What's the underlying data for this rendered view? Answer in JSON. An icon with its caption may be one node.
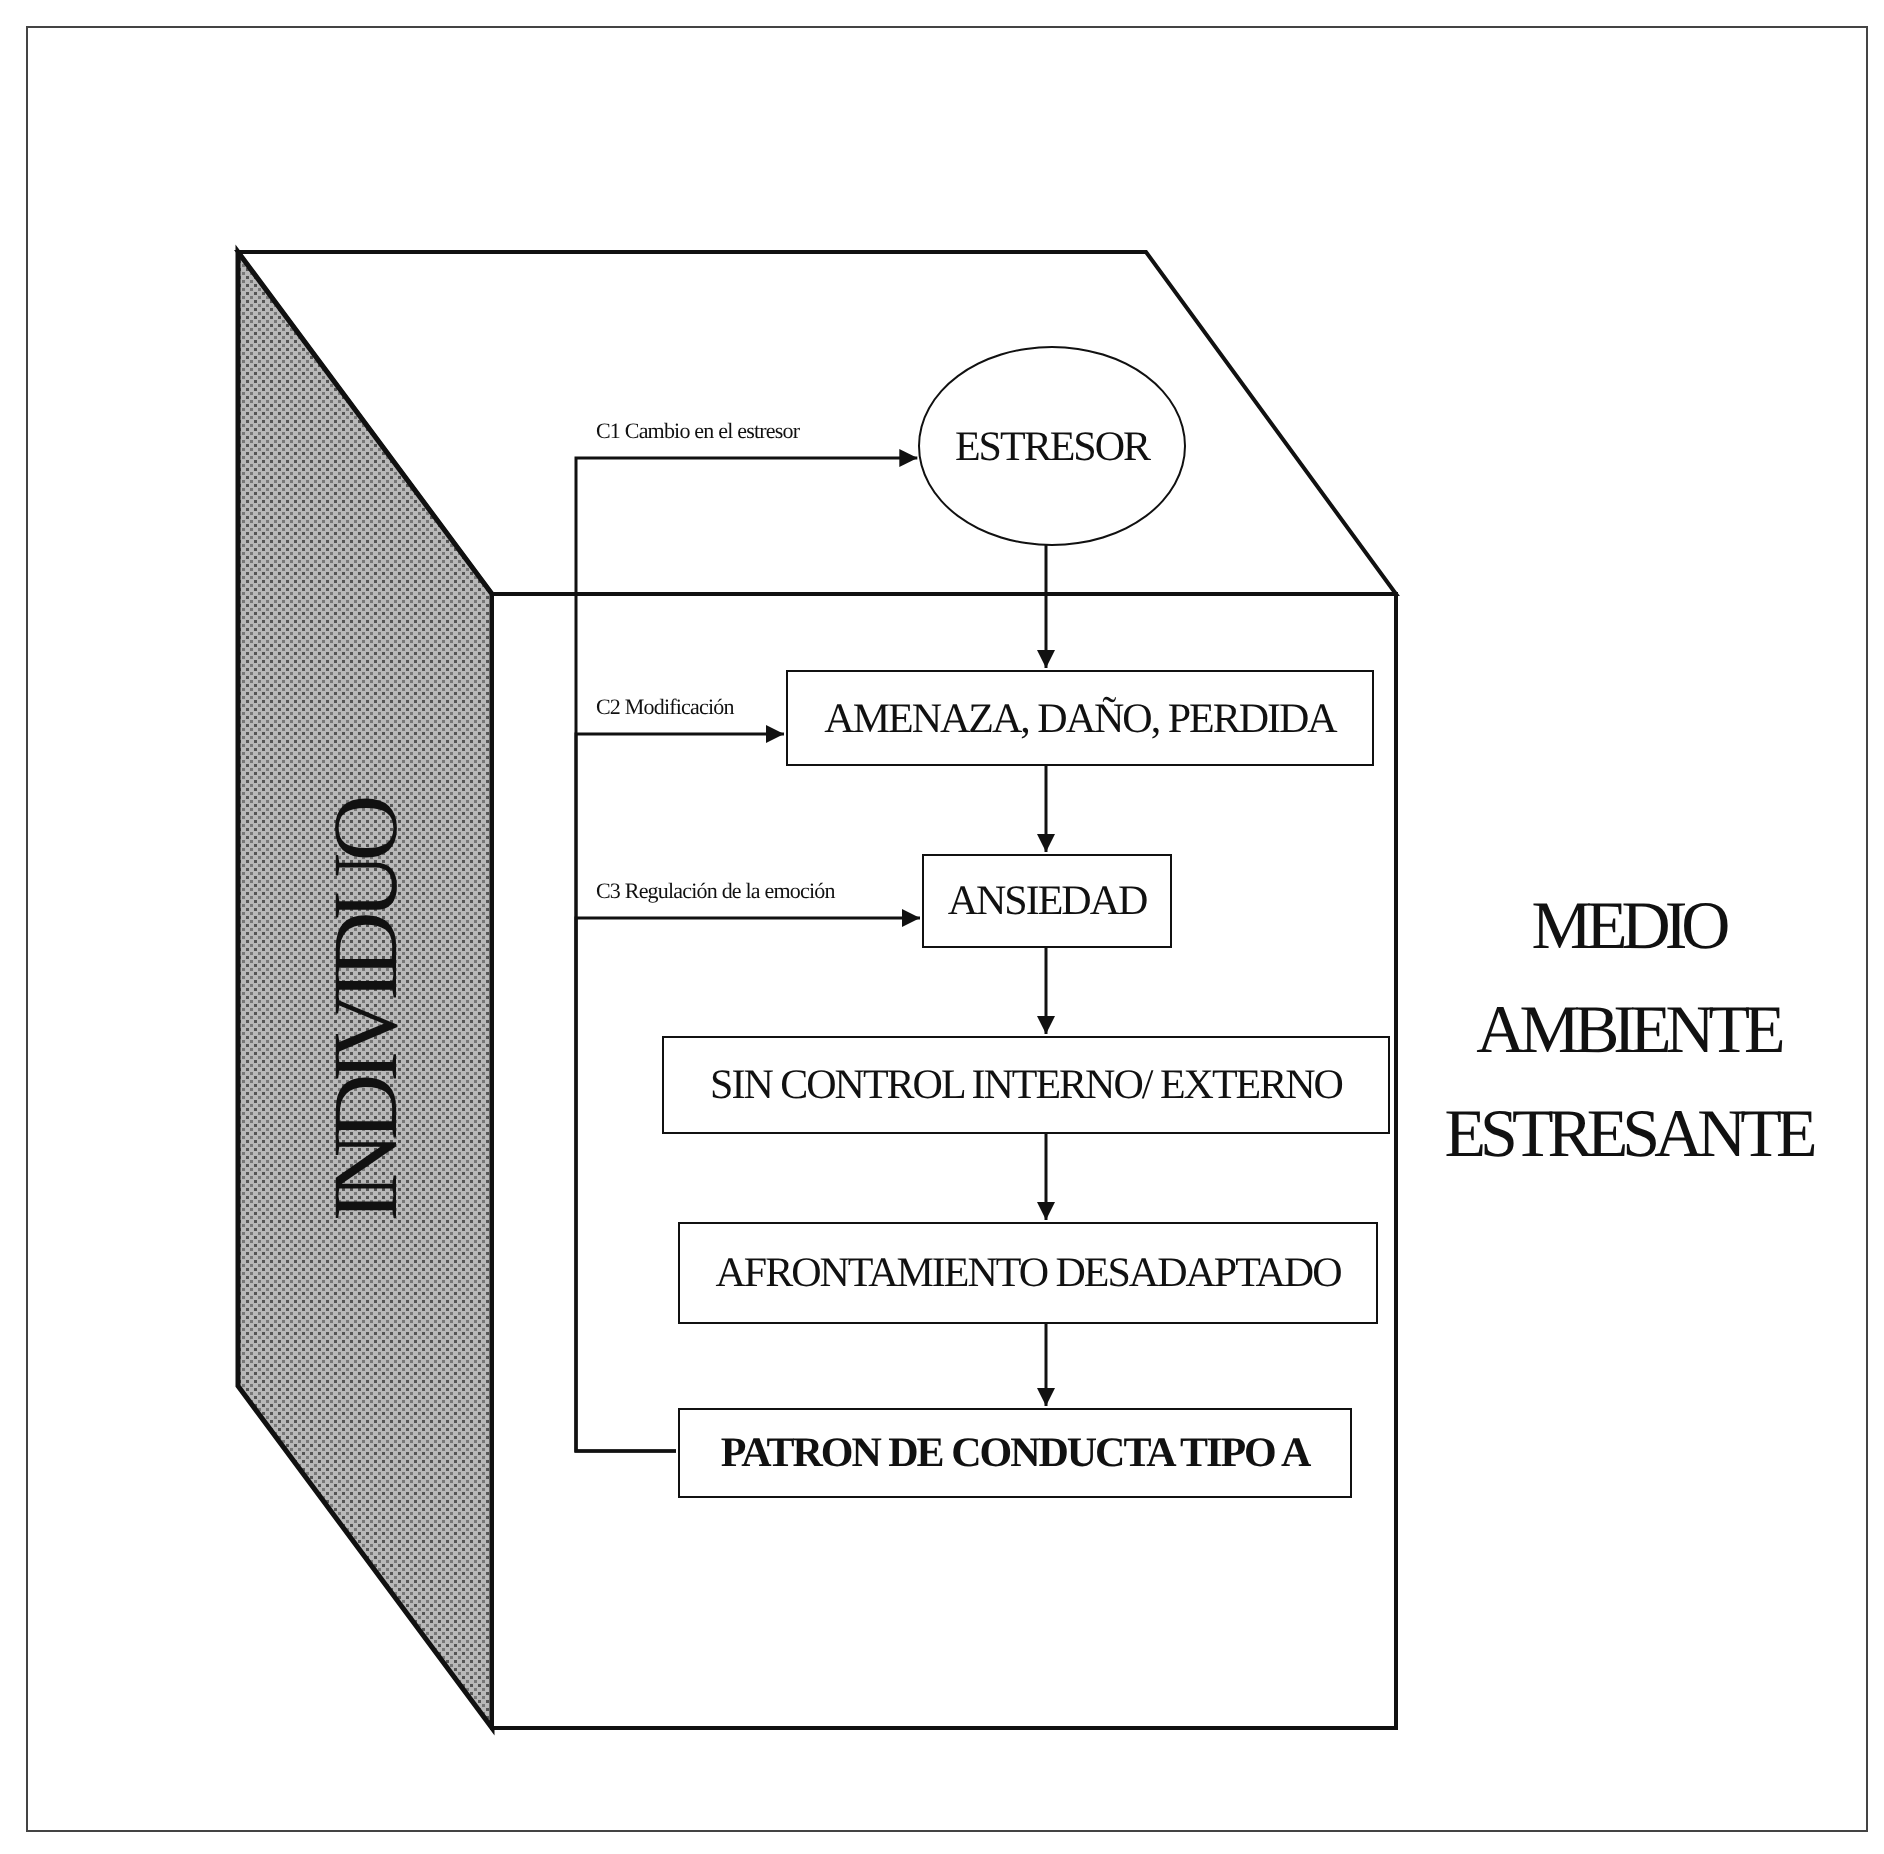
{
  "diagram": {
    "nodes": [
      {
        "text": [
          "MEDIO AMBIENTE ESTRESANTE"
        ]
      },
      {
        "text": [
          "INDIVIDUO"
        ],
        "in": 0
      },
      {
        "text": [
          "ESTRESOR"
        ],
        "in": 0
      },
      {
        "text": [
          "AMENAZA, DAÑO, PERDIDA"
        ],
        "in": 1
      },
      {
        "text": [
          "ANSIEDAD"
        ],
        "in": 1
      },
      {
        "text": [
          "SIN CONTROL INTERNO/ EXTERNO"
        ],
        "in": 1
      },
      {
        "text": [
          "AFRONTAMIENTO DESADAPTADO"
        ],
        "in": 1
      },
      {
        "text": [
          "PATRON DE CONDUCTA TIPO A"
        ],
        "in": 1
      }
    ],
    "edges": [
      {
        "from": 2,
        "to": 3,
        "arrow": "to"
      },
      {
        "from": 3,
        "to": 4,
        "arrow": "to"
      },
      {
        "from": 4,
        "to": 5,
        "arrow": "to"
      },
      {
        "from": 5,
        "to": 6,
        "arrow": "to"
      },
      {
        "from": 6,
        "to": 7,
        "arrow": "to"
      },
      {
        "from": 7,
        "to": 2,
        "arrow": "to",
        "label": "C1 Cambio en el estresor"
      },
      {
        "from": 7,
        "to": 3,
        "arrow": "to",
        "label": "C2 Modificación"
      },
      {
        "from": 7,
        "to": 4,
        "arrow": "to",
        "label": "C3 Regulación de la emoción"
      }
    ]
  }
}
